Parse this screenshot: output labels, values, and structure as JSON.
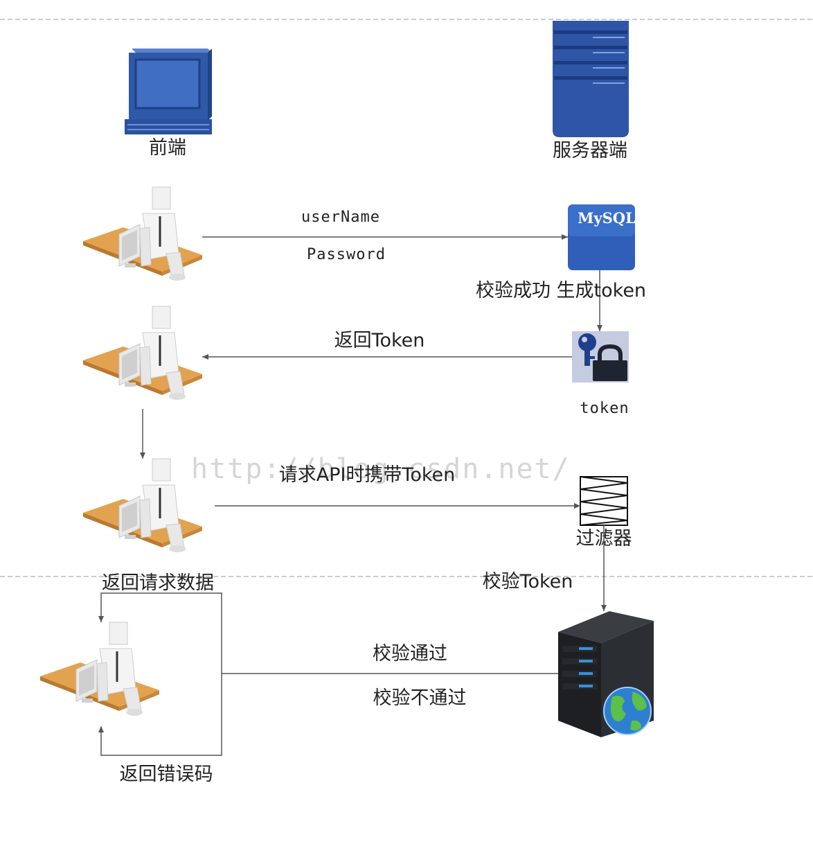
{
  "labels": {
    "frontend": "前端",
    "server": "服务器端",
    "username": "userName",
    "password": "Password",
    "verify_success": "校验成功 生成token",
    "return_token": "返回Token",
    "token": "token",
    "request_api": "请求API时携带Token",
    "filter": "过滤器",
    "return_data": "返回请求数据",
    "verify_token": "校验Token",
    "verify_pass": "校验通过",
    "verify_fail": "校验不通过",
    "return_error": "返回错误码"
  },
  "icons": {
    "mysql_text": "MySQL"
  },
  "watermark": "http://blog.csdn.net/",
  "colors": {
    "blue": "#2f59a8",
    "desk": "#e3a24f",
    "server_dark": "#1d1f22",
    "server_light": "#3b8fd9"
  }
}
